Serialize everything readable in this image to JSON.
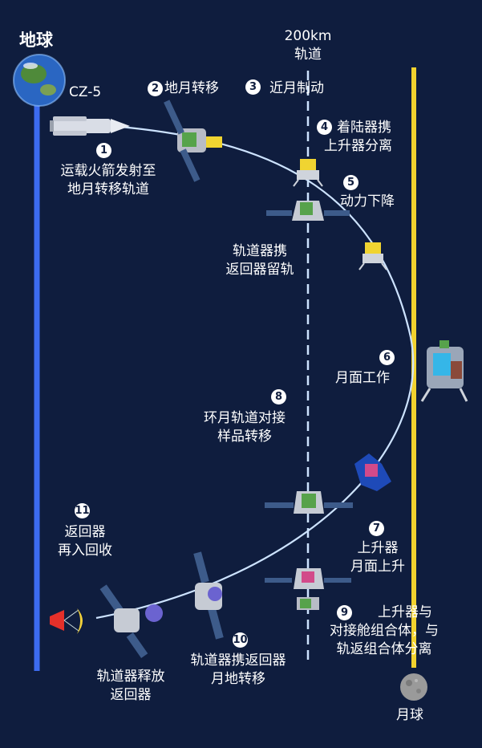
{
  "labels": {
    "earth": "地球",
    "moon": "月球",
    "orbit_200km": "200km\n轨道",
    "rocket": "CZ-5"
  },
  "steps": [
    {
      "num": "1",
      "text": "运载火箭发射至\n地月转移轨道"
    },
    {
      "num": "2",
      "text": "地月转移"
    },
    {
      "num": "3",
      "text": "近月制动"
    },
    {
      "num": "4",
      "text": "着陆器携\n上升器分离"
    },
    {
      "num": "5",
      "text": "动力下降"
    },
    {
      "num": "6",
      "text": "月面工作"
    },
    {
      "num": "7",
      "text": "上升器\n月面上升"
    },
    {
      "num": "8",
      "text": "环月轨道对接\n样品转移"
    },
    {
      "num": "9",
      "text": "上升器与\n对接舱组合体，与\n轨返组合体分离"
    },
    {
      "num": "10",
      "text": "轨道器携返回器\n月地转移"
    },
    {
      "num": "11",
      "text": "返回器\n再入回收"
    }
  ],
  "captions": {
    "orbiter_stays": "轨道器携\n返回器留轨",
    "orbiter_release": "轨道器释放\n返回器"
  },
  "colors": {
    "background": "#0f1d3e",
    "earth_line": "#3c6bef",
    "moon_line": "#f2d22e",
    "trajectory": "#cde3ff"
  }
}
